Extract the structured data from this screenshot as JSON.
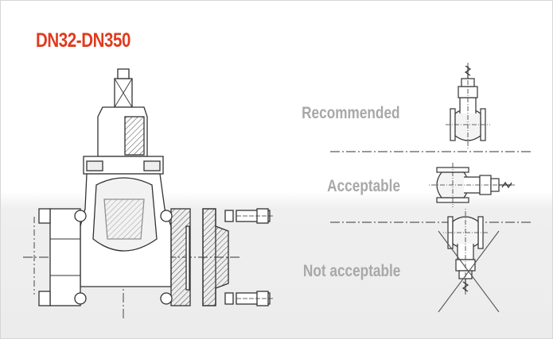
{
  "title": "DN32-DN350",
  "orientations": [
    {
      "label": "Recommended"
    },
    {
      "label": "Acceptable"
    },
    {
      "label": "Not acceptable"
    }
  ],
  "colors": {
    "title": "#e03a1e",
    "label": "#a8a8a8",
    "line": "#333333",
    "background_lower": "#ececec"
  }
}
